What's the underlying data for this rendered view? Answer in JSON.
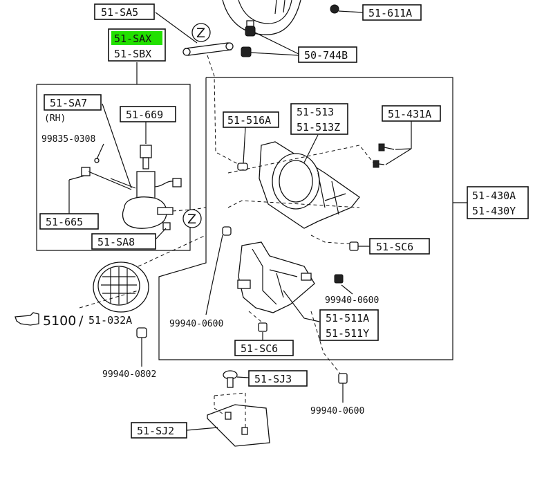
{
  "colors": {
    "highlight": "#22e000",
    "ink": "#111111"
  },
  "labels": {
    "sa5": "51-SA5",
    "sax": "51-SAX",
    "sbx": "51-SBX",
    "p611a": "51-611A",
    "p744b": "50-744B",
    "sa7": "51-SA7",
    "rh": "(RH)",
    "p669": "51-669",
    "n99835": "99835-0308",
    "p665": "51-665",
    "sa8": "51-SA8",
    "p516a": "51-516A",
    "p513": "51-513",
    "p513z": "51-513Z",
    "p431a": "51-431A",
    "p430a": "51-430A",
    "p430y": "51-430Y",
    "sc6a": "51-SC6",
    "n0600a": "99940-0600",
    "n0600b": "99940-0600",
    "p511a": "51-511A",
    "p511y": "51-511Y",
    "sc6b": "51-SC6",
    "n0600c": "99940-0600",
    "ref5100": "5100",
    "ref032a": "51-032A",
    "n0802": "99940-0802",
    "sj3": "51-SJ3",
    "sj2": "51-SJ2",
    "z1": "Z",
    "z2": "Z"
  }
}
